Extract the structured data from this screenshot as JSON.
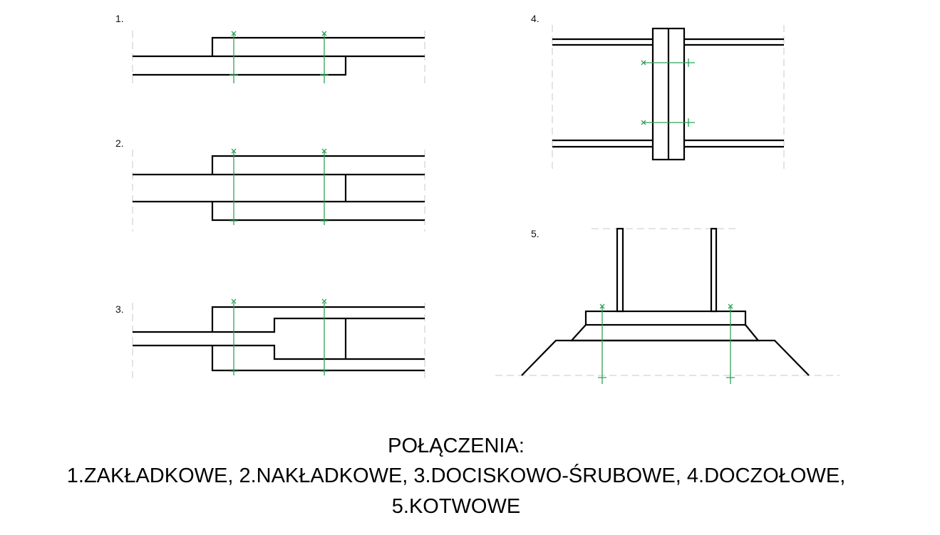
{
  "labels": {
    "d1": "1.",
    "d2": "2.",
    "d3": "3.",
    "d4": "4.",
    "d5": "5."
  },
  "caption": {
    "title": "POŁĄCZENIA:",
    "line1": "1.ZAKŁADKOWE, 2.NAKŁADKOWE, 3.DOCISKOWO-ŚRUBOWE, 4.DOCZOŁOWE,",
    "line2": "5.KOTWOWE"
  },
  "colors": {
    "bolt": "#2fa05a",
    "outline": "#000000",
    "axis": "#c8c8c8"
  }
}
